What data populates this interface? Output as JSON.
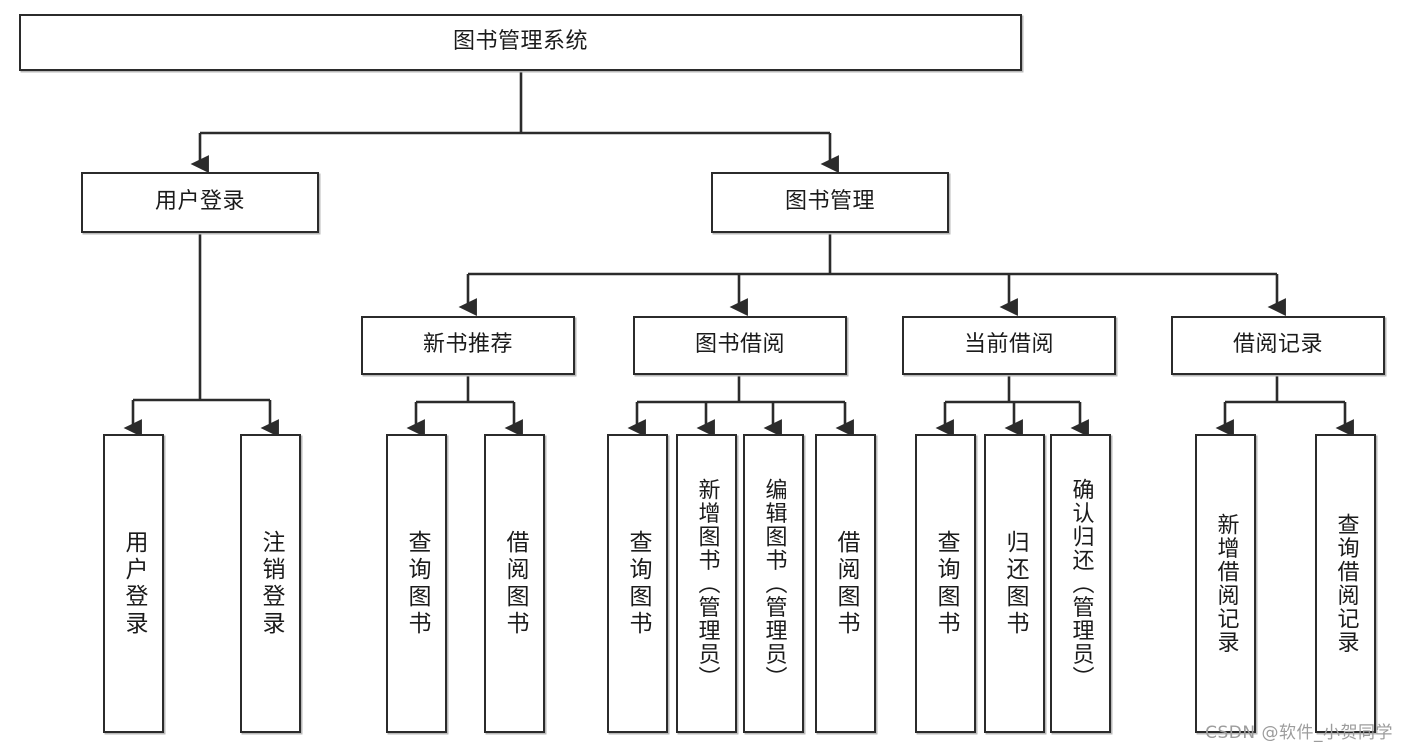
{
  "diagram": {
    "type": "tree",
    "title_node": "图书管理系统",
    "watermark": "CSDN @软件_小贺同学",
    "colors": {
      "box_border": "#2b2b2b",
      "box_fill": "#ffffff",
      "connector": "#2b2b2b",
      "shadow": "#b9b9b9",
      "watermark": "#9c9c9c",
      "background": "#ffffff"
    },
    "nodes": {
      "root": {
        "label": "图书管理系统",
        "level": 1,
        "orientation": "horizontal"
      },
      "user_login": {
        "label": "用户登录",
        "level": 2,
        "orientation": "horizontal"
      },
      "book_manage": {
        "label": "图书管理",
        "level": 2,
        "orientation": "horizontal"
      },
      "new_book_rec": {
        "label": "新书推荐",
        "level": 3,
        "orientation": "horizontal"
      },
      "book_borrow": {
        "label": "图书借阅",
        "level": 3,
        "orientation": "horizontal"
      },
      "current_borrow": {
        "label": "当前借阅",
        "level": 3,
        "orientation": "horizontal"
      },
      "borrow_record": {
        "label": "借阅记录",
        "level": 3,
        "orientation": "horizontal"
      },
      "leaf_user_login": {
        "label": "用户登录",
        "level": 3,
        "orientation": "vertical"
      },
      "leaf_logout": {
        "label": "注销登录",
        "level": 3,
        "orientation": "vertical"
      },
      "leaf_query_book_1": {
        "label": "查询图书",
        "level": 4,
        "orientation": "vertical"
      },
      "leaf_borrow_book_1": {
        "label": "借阅图书",
        "level": 4,
        "orientation": "vertical"
      },
      "leaf_query_book_2": {
        "label": "查询图书",
        "level": 4,
        "orientation": "vertical"
      },
      "leaf_add_book": {
        "label": "新增图书（管理员）",
        "level": 4,
        "orientation": "vertical"
      },
      "leaf_edit_book": {
        "label": "编辑图书（管理员）",
        "level": 4,
        "orientation": "vertical"
      },
      "leaf_borrow_book_2": {
        "label": "借阅图书",
        "level": 4,
        "orientation": "vertical"
      },
      "leaf_query_book_3": {
        "label": "查询图书",
        "level": 4,
        "orientation": "vertical"
      },
      "leaf_return_book": {
        "label": "归还图书",
        "level": 4,
        "orientation": "vertical"
      },
      "leaf_confirm_return": {
        "label": "确认归还（管理员）",
        "level": 4,
        "orientation": "vertical"
      },
      "leaf_add_record": {
        "label": "新增借阅记录",
        "level": 4,
        "orientation": "vertical"
      },
      "leaf_query_record": {
        "label": "查询借阅记录",
        "level": 4,
        "orientation": "vertical"
      }
    },
    "edges": [
      {
        "from": "root",
        "to": "user_login"
      },
      {
        "from": "root",
        "to": "book_manage"
      },
      {
        "from": "user_login",
        "to": "leaf_user_login"
      },
      {
        "from": "user_login",
        "to": "leaf_logout"
      },
      {
        "from": "book_manage",
        "to": "new_book_rec"
      },
      {
        "from": "book_manage",
        "to": "book_borrow"
      },
      {
        "from": "book_manage",
        "to": "current_borrow"
      },
      {
        "from": "book_manage",
        "to": "borrow_record"
      },
      {
        "from": "new_book_rec",
        "to": "leaf_query_book_1"
      },
      {
        "from": "new_book_rec",
        "to": "leaf_borrow_book_1"
      },
      {
        "from": "book_borrow",
        "to": "leaf_query_book_2"
      },
      {
        "from": "book_borrow",
        "to": "leaf_add_book"
      },
      {
        "from": "book_borrow",
        "to": "leaf_edit_book"
      },
      {
        "from": "book_borrow",
        "to": "leaf_borrow_book_2"
      },
      {
        "from": "current_borrow",
        "to": "leaf_query_book_3"
      },
      {
        "from": "current_borrow",
        "to": "leaf_return_book"
      },
      {
        "from": "current_borrow",
        "to": "leaf_confirm_return"
      },
      {
        "from": "borrow_record",
        "to": "leaf_add_record"
      },
      {
        "from": "borrow_record",
        "to": "leaf_query_record"
      }
    ]
  }
}
